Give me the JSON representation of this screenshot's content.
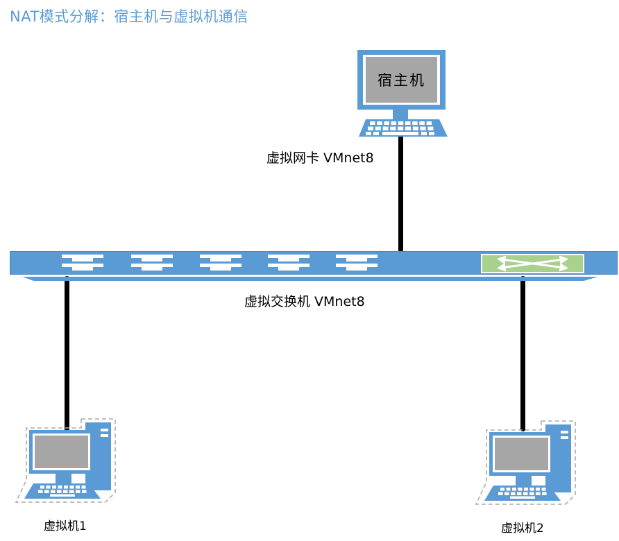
{
  "title": "NAT模式分解：宿主机与虚拟机通信",
  "host": {
    "label": "宿主机"
  },
  "labels": {
    "nic": "虚拟网卡 VMnet8",
    "switch": "虚拟交换机 VMnet8"
  },
  "vms": [
    {
      "label": "虚拟机1"
    },
    {
      "label": "虚拟机2"
    }
  ],
  "icons": {
    "host": "desktop-computer-icon",
    "vm": "desktop-pc-with-tower-icon",
    "switch_port": "ethernet-port-icon",
    "switch_symbol": "crossed-arrows-switch-icon"
  },
  "colors": {
    "accent_blue": "#5B9BD5",
    "screen_gray": "#A6A6A6",
    "switch_green": "#A9D18E",
    "connector_black": "#000000",
    "title_blue": "#5B9BD5",
    "dashed_outline_gray": "#ABABAB"
  }
}
